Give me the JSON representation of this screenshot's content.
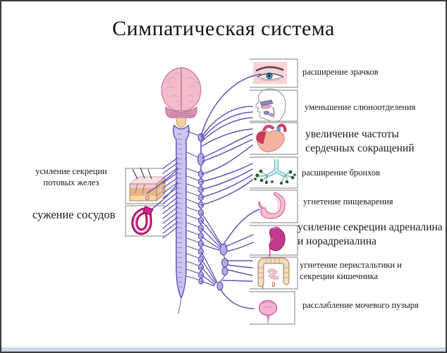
{
  "title": "Симпатическая система",
  "colors": {
    "nerve": "#5f55b8",
    "spinal_cord": "#cbc5ef",
    "ganglion": "#b5ace6",
    "brain": "#f3bcca",
    "box_border": "#9a9a9a",
    "footer_strip": "#ccd7e8",
    "text": "#1b1b1b"
  },
  "left_panel": {
    "items": [
      {
        "icon": "sweat-gland-skin-icon",
        "label": "усиление секреции потовых желез"
      },
      {
        "icon": "blood-vessel-icon",
        "label": "сужение сосудов"
      }
    ]
  },
  "right_panel": {
    "items": [
      {
        "icon": "eye-icon",
        "label": "расширение зрачков",
        "size": "small"
      },
      {
        "icon": "salivary-glands-icon",
        "label": "уменьшение слюноотделения",
        "size": "small"
      },
      {
        "icon": "heart-icon",
        "label": "увеличение частоты сердечных сокращений",
        "size": "large"
      },
      {
        "icon": "bronchi-icon",
        "label": "расширение бронхов",
        "size": "small"
      },
      {
        "icon": "stomach-icon",
        "label": "угнетение пищеварения",
        "size": "small"
      },
      {
        "icon": "adrenal-kidney-icon",
        "label": "усиление секреции адреналина и норадреналина",
        "size": "large"
      },
      {
        "icon": "intestine-icon",
        "label": "угнетение перистальтики и секреции кишечника",
        "size": "small"
      },
      {
        "icon": "bladder-icon",
        "label": "расслабление мочевого пузыря",
        "size": "small"
      }
    ]
  },
  "central": {
    "structures": [
      "brain",
      "spinal-cord",
      "sympathetic-chain",
      "prevertebral-ganglia"
    ]
  }
}
